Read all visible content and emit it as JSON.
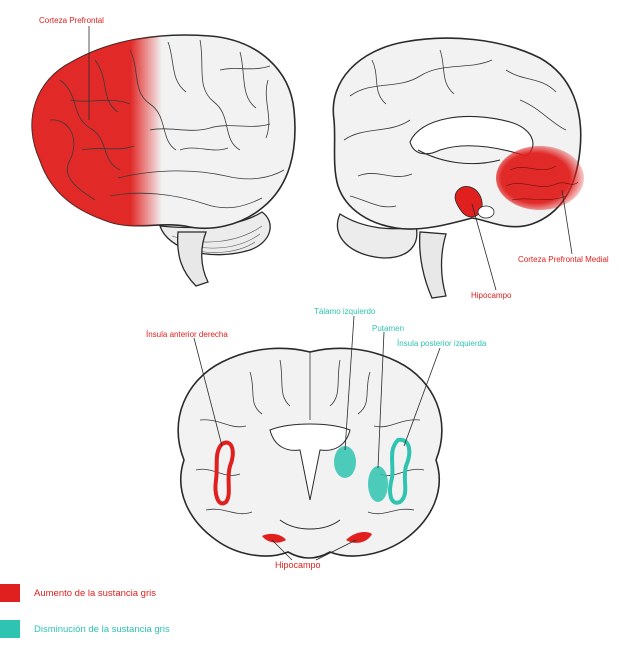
{
  "colors": {
    "increase": "#e0201e",
    "decrease": "#2fc4b2",
    "outline": "#2a2a2a",
    "brain_fill": "#f2f2f2"
  },
  "labels": {
    "lateral_prefrontal": "Corteza Prefrontal",
    "medial_prefrontal": "Corteza Prefrontal Medial",
    "hippocampus_medial": "Hipocampo",
    "right_anterior_insula": "Ínsula anterior derecha",
    "left_thalamus": "Tálamo izquierdo",
    "putamen": "Putamen",
    "left_posterior_insula": "Ínsula posterior izquierda",
    "hippocampus_coronal": "Hipocampo"
  },
  "legend": [
    {
      "label": "Aumento de la sustancia gris",
      "color": "#e0201e"
    },
    {
      "label": "Disminución de la sustancia gris",
      "color": "#2fc4b2"
    }
  ]
}
